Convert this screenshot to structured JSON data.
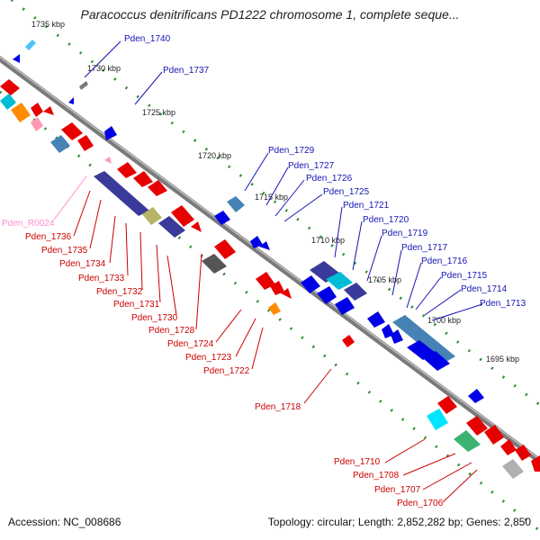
{
  "title": "Paracoccus denitrificans PD1222 chromosome 1, complete seque...",
  "footer": {
    "accession": "Accession: NC_008686",
    "summary": "Topology: circular; Length: 2,852,282 bp; Genes: 2,850"
  },
  "colors": {
    "backbone": "#808080",
    "tick_dots": "#2e8b2e",
    "label_blue": "#1414b4",
    "label_red": "#cc0000",
    "label_pink": "#ff8cd0",
    "gene_red": "#e60000",
    "gene_blue": "#0000e6"
  },
  "ticks": [
    "1735 kbp",
    "1730 kbp",
    "1725 kbp",
    "1720 kbp",
    "1715 kbp",
    "1710 kbp",
    "1705 kbp",
    "1700 kbp",
    "1695 kbp"
  ],
  "labels_top": [
    "Pden_1740",
    "Pden_1737",
    "Pden_1729",
    "Pden_1727",
    "Pden_1726",
    "Pden_1725",
    "Pden_1721",
    "Pden_1720",
    "Pden_1719",
    "Pden_1717",
    "Pden_1716",
    "Pden_1715",
    "Pden_1714",
    "Pden_1713"
  ],
  "labels_bottom": [
    "Pden_R0024",
    "Pden_1736",
    "Pden_1735",
    "Pden_1734",
    "Pden_1733",
    "Pden_1732",
    "Pden_1731",
    "Pden_1730",
    "Pden_1728",
    "Pden_1724",
    "Pden_1723",
    "Pden_1722",
    "Pden_1718",
    "Pden_1710",
    "Pden_1708",
    "Pden_1707",
    "Pden_1706"
  ]
}
